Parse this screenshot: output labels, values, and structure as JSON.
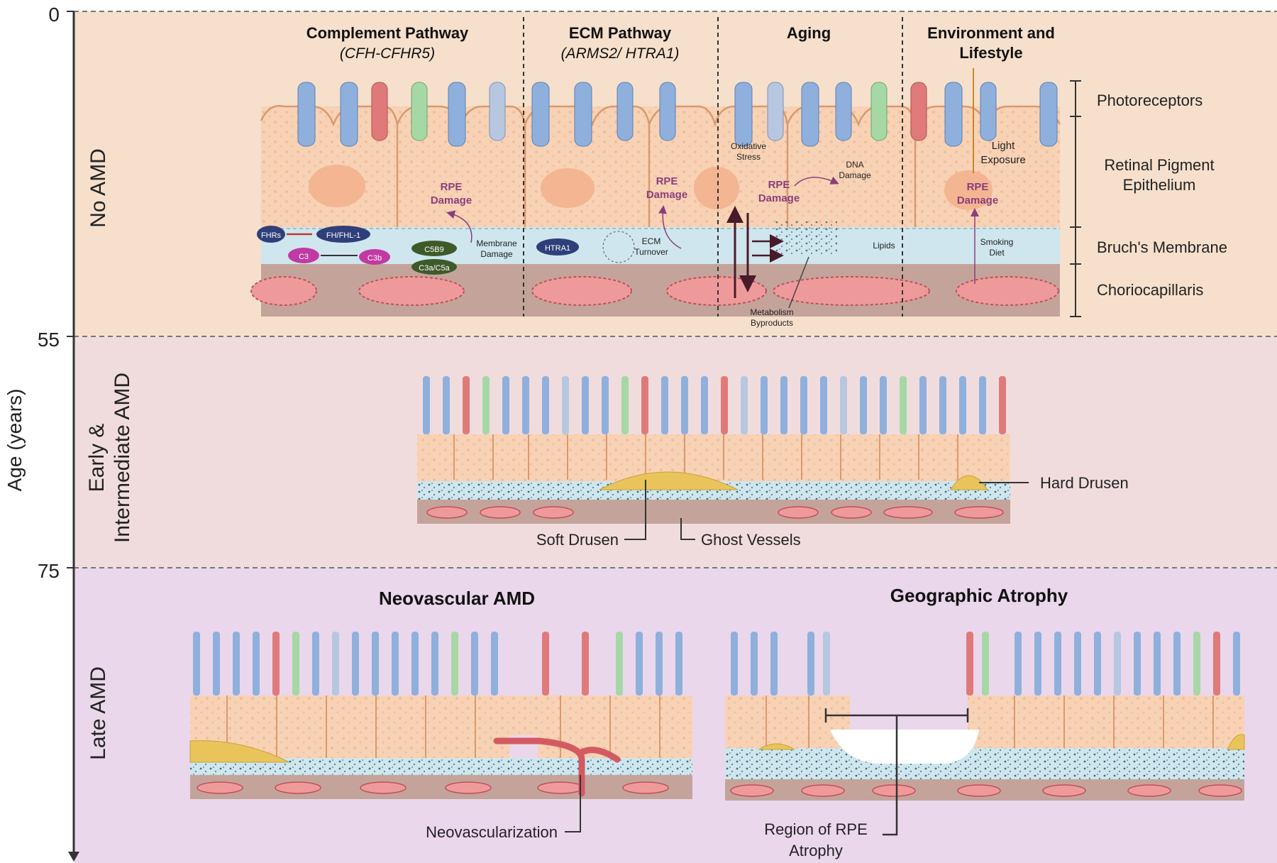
{
  "axis": {
    "title": "Age (years)",
    "ticks": [
      "0",
      "55",
      "75"
    ]
  },
  "stages": {
    "no_amd": "No AMD",
    "early_line1": "Early &",
    "early_line2": "Intermediate AMD",
    "late": "Late AMD"
  },
  "pathways": {
    "complement_title": "Complement Pathway",
    "complement_sub": "(CFH-CFHR5)",
    "ecm_title": "ECM Pathway",
    "ecm_sub": "(ARMS2/ HTRA1)",
    "aging_title": "Aging",
    "env_line1": "Environment and",
    "env_line2": "Lifestyle"
  },
  "layers": {
    "photoreceptors": "Photoreceptors",
    "rpe_line1": "Retinal Pigment",
    "rpe_line2": "Epithelium",
    "bruch": "Bruch's Membrane",
    "chorio": "Choriocapillaris"
  },
  "mechanism_labels": {
    "rpe": "RPE",
    "damage": "Damage",
    "fhrs": "FHRs",
    "fh_fhl1": "FH/FHL-1",
    "c3": "C3",
    "c3b": "C3b",
    "c5b9": "C5B9",
    "c3a_c5a": "C3a/C5a",
    "membrane": "Membrane",
    "membrane_damage": "Damage",
    "htra1": "HTRA1",
    "ecm": "ECM",
    "turnover": "Turnover",
    "oxidative": "Oxidative",
    "stress": "Stress",
    "dna": "DNA",
    "dna_damage": "Damage",
    "lipids": "Lipids",
    "metabolism": "Metabolism",
    "byproducts": "Byproducts",
    "light": "Light",
    "exposure": "Exposure",
    "smoking": "Smoking",
    "diet": "Diet"
  },
  "early_labels": {
    "hard_drusen": "Hard Drusen",
    "soft_drusen": "Soft Drusen",
    "ghost_vessels": "Ghost Vessels"
  },
  "late_labels": {
    "neovascular_title": "Neovascular AMD",
    "ga_title": "Geographic Atrophy",
    "neovascularization": "Neovascularization",
    "region_line1": "Region of RPE",
    "region_line2": "Atrophy"
  },
  "colors": {
    "band_no_amd": "#f6e0cc",
    "band_early": "#f1dcdd",
    "band_late": "#ead7ec",
    "rpe_cell": "#f8d2b4",
    "rod": "#8fb0dc",
    "cone_red": "#e07a7a",
    "cone_green": "#a6d8a6",
    "bruch": "#cfe6ee",
    "chorio": "#c4a49a",
    "vessel": "#ef9a9a",
    "drusen": "#e8c45a",
    "damage_text": "#8a3f7c"
  }
}
